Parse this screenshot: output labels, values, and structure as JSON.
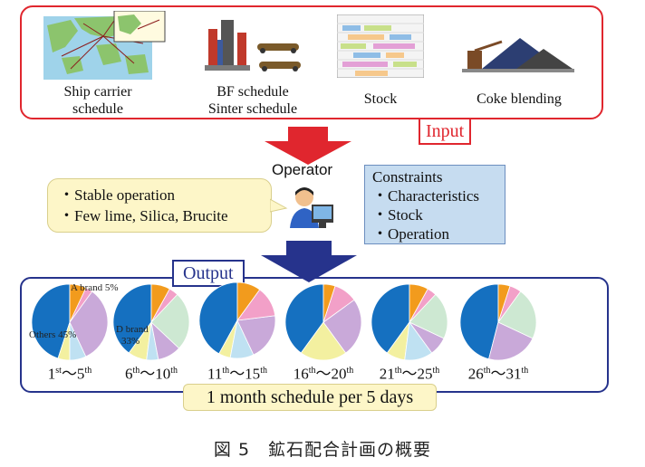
{
  "input": {
    "tag": "Input",
    "items": [
      {
        "label": "Ship carrier\nschedule"
      },
      {
        "label": "BF schedule\nSinter schedule"
      },
      {
        "label": "Stock"
      },
      {
        "label": "Coke blending"
      }
    ]
  },
  "operator": {
    "label": "Operator",
    "bubble": [
      "・Stable operation",
      "・Few lime, Silica, Brucite"
    ],
    "constraints": [
      "Constraints",
      "・Characteristics",
      "・Stock",
      "・Operation"
    ]
  },
  "output": {
    "tag": "Output",
    "annotations": {
      "a_brand": "A brand 5%",
      "d_brand": "D brand",
      "d_value": "33%",
      "others": "Others 45%"
    },
    "ranges": [
      {
        "start": "1",
        "start_sup": "st",
        "end": "5",
        "end_sup": "th"
      },
      {
        "start": "6",
        "start_sup": "th",
        "end": "10",
        "end_sup": "th"
      },
      {
        "start": "11",
        "start_sup": "th",
        "end": "15",
        "end_sup": "th"
      },
      {
        "start": "16",
        "start_sup": "th",
        "end": "20",
        "end_sup": "th"
      },
      {
        "start": "21",
        "start_sup": "th",
        "end": "25",
        "end_sup": "th"
      },
      {
        "start": "26",
        "start_sup": "th",
        "end": "31",
        "end_sup": "th"
      }
    ],
    "schedule_note": "1 month schedule per 5 days"
  },
  "colors": {
    "input_border": "#e0262e",
    "output_border": "#26338c",
    "arrow_red": "#e0262e",
    "arrow_blue": "#26338c",
    "pie_blue": "#1570c0",
    "pie_yellow": "#f3f0a0",
    "pie_lightblue": "#bfe1f2",
    "pie_purple": "#c9a9d9",
    "pie_green": "#cde8d2",
    "pie_pink": "#f2a0c8",
    "pie_orange": "#f29b1d"
  },
  "chart_data": {
    "type": "pie",
    "slice_order": [
      "Blue",
      "Yellow",
      "Light blue",
      "Purple",
      "Green",
      "Pink",
      "Orange"
    ],
    "pies": [
      {
        "values": [
          45,
          5,
          7,
          33,
          0,
          3,
          7
        ]
      },
      {
        "values": [
          40,
          8,
          5,
          10,
          25,
          4,
          8
        ]
      },
      {
        "values": [
          42,
          5,
          10,
          20,
          0,
          13,
          10
        ]
      },
      {
        "values": [
          40,
          20,
          0,
          25,
          0,
          10,
          5
        ]
      },
      {
        "values": [
          40,
          8,
          12,
          8,
          20,
          4,
          8
        ]
      },
      {
        "values": [
          46,
          0,
          0,
          22,
          22,
          5,
          5
        ]
      }
    ]
  }
}
